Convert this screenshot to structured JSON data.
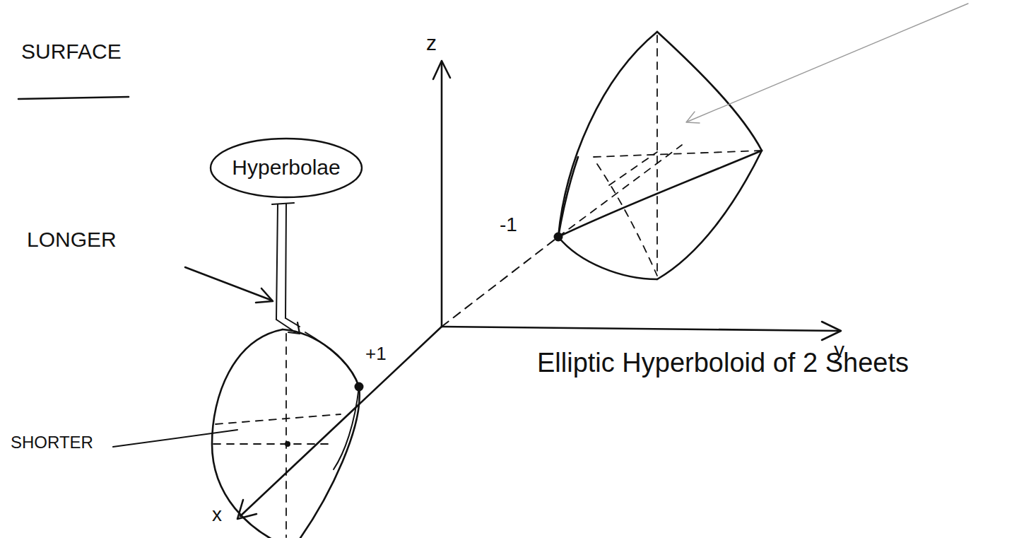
{
  "diagram": {
    "nodes": [
      {
        "text": [
          "Hyperbolae"
        ]
      }
    ],
    "labels": [
      "SURFACE",
      "z",
      "LONGER",
      "+1",
      "-1",
      "y",
      "Elliptic Hyperboloid of 2 Sheets",
      "SHORTER",
      "x"
    ]
  }
}
